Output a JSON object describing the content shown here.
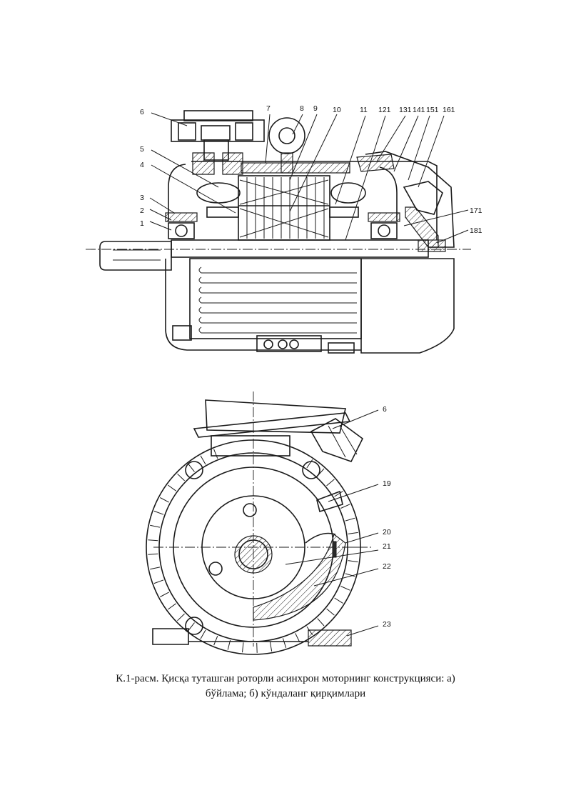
{
  "callouts_top": [
    "1",
    "2",
    "3",
    "4",
    "5",
    "6",
    "7",
    "8",
    "9",
    "10",
    "11",
    "121",
    "131",
    "141",
    "151",
    "161",
    "171",
    "181"
  ],
  "callouts_bottom": [
    "6",
    "19",
    "20",
    "21",
    "22",
    "23"
  ],
  "caption": {
    "line1": "К.1-расм. Қисқа туташган роторли асинхрон моторнинг конструкцияси: а)",
    "line2": "бўйлама; б)  кўндаланг қирқимлари"
  },
  "colors": {
    "ink": "#1a1a1a",
    "paper": "#ffffff"
  }
}
